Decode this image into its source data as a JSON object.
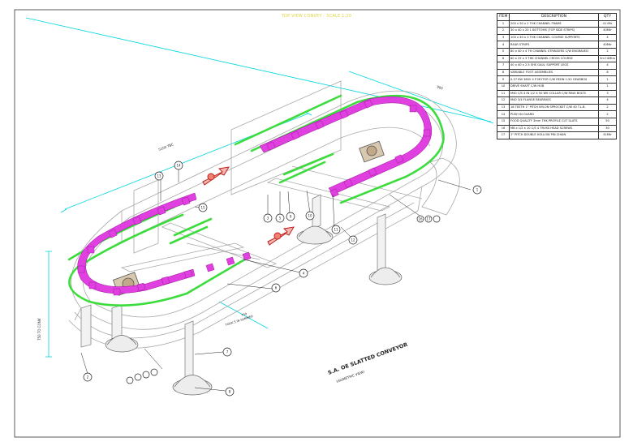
{
  "header_text": "TOP VIEW CONVEY - SCALE 1:20",
  "bom": {
    "headers": {
      "item": "ITEM",
      "description": "DESCRIPTION",
      "qty": "QTY"
    },
    "rows": [
      {
        "item": "1",
        "description": "200 x 50 x 2 THK CHANNEL FRAME",
        "qty": "41 Mtr"
      },
      {
        "item": "2",
        "description": "30 x 40 x 20 1 BOTTOMS (TOP SIDE STRIPS)",
        "qty": "40Mtr"
      },
      {
        "item": "3",
        "description": "100 x 40 x 3 THK CHANNEL COURSE SUPPORTS",
        "qty": "4"
      },
      {
        "item": "4",
        "description": "REAR STRIPS",
        "qty": "40Mtr"
      },
      {
        "item": "5",
        "description": "80 x 40 x 4 TH CHANNEL STRINGERS C/W ENGRAVED",
        "qty": "2"
      },
      {
        "item": "6",
        "description": "80 x 25 x 3 THK CHANNEL CROSS COURSE",
        "qty": "5m+4Mtrs"
      },
      {
        "item": "7",
        "description": "40 x 40 x 2.5 SHS GALV. SUPPORT LEGS",
        "qty": "4"
      },
      {
        "item": "8",
        "description": "VARIABLE FOOT ASSEMBLIES",
        "qty": "8"
      },
      {
        "item": "9",
        "description": "0.37 KW 380V 4 P MOTOR C/W REDN 1:50 GEARBOX",
        "qty": "1"
      },
      {
        "item": "10",
        "description": "DRIVE SHAFT C/W HUB",
        "qty": "1"
      },
      {
        "item": "11",
        "description": "M40 C/S 4 IN 1/2 X 50 WK COLLAR C/W RING BOLTS",
        "qty": "3"
      },
      {
        "item": "12",
        "description": "M40 3/4 FLANGE BEARINGS",
        "qty": "4"
      },
      {
        "item": "13",
        "description": "18 TEETH 1\" PITCH NYLON SPROCKET C/W 40 T.L.B.",
        "qty": "2"
      },
      {
        "item": "14",
        "description": "PUSH IN GUARD",
        "qty": "2"
      },
      {
        "item": "15",
        "description": "FOOD QUALITY 3mm THK PROFILE CUT SLATS",
        "qty": "50"
      },
      {
        "item": "16",
        "description": "M6 x 1/2 x 10 C/S 4 TRUSS HEAD SCREWS",
        "qty": "30"
      },
      {
        "item": "17",
        "description": "1\" PITCH DOUBLE HOLLOW PIN CHAIN",
        "qty": "41Mtr"
      }
    ]
  },
  "title": {
    "main": "S.A. OE SLATTED CONVEYOR",
    "sub": "(ISOMETRIC VIEW)"
  },
  "dimensions": {
    "overall_length": "5100 TBC",
    "width": "900",
    "height": "750 TO CONV",
    "leg_note": "TOOK 5 IN SUMMED",
    "leg_dim": "700"
  },
  "balloons": [
    "1",
    "2",
    "3",
    "4",
    "5",
    "6",
    "7",
    "8",
    "9",
    "10",
    "11",
    "12",
    "13",
    "14",
    "15",
    "16",
    "17"
  ],
  "colors": {
    "line": "#a8a8a8",
    "dark_line": "#555555",
    "chain": "#3ddc3d",
    "slats": "#e040e0",
    "dims": "#00d6e0",
    "header": "#e0d23a",
    "balloon": "#222222"
  }
}
